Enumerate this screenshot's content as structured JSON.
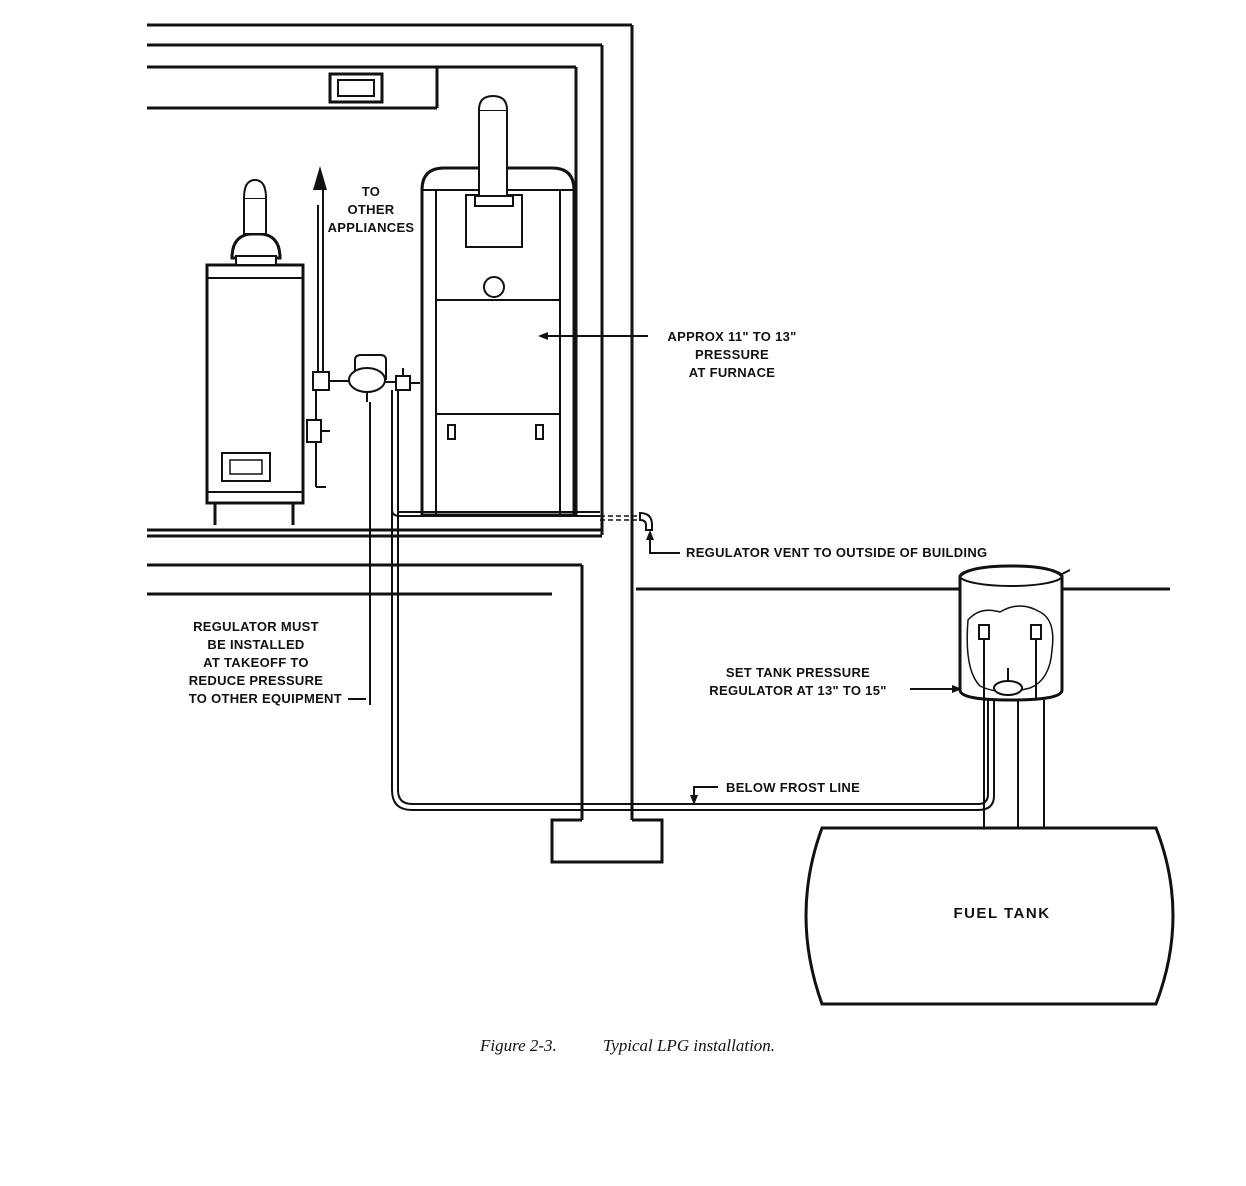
{
  "labels": {
    "other_appliances": [
      "TO",
      "OTHER",
      "APPLIANCES"
    ],
    "furnace_pressure": [
      "APPROX 11\" TO 13\"",
      "PRESSURE",
      "AT FURNACE"
    ],
    "regulator_vent": "REGULATOR VENT TO OUTSIDE OF BUILDING",
    "regulator_takeoff": [
      "REGULATOR MUST",
      "BE INSTALLED",
      "AT TAKEOFF TO",
      "REDUCE PRESSURE",
      "TO OTHER EQUIPMENT"
    ],
    "tank_regulator": [
      "SET TANK PRESSURE",
      "REGULATOR AT 13\" TO 15\""
    ],
    "frost_line": "BELOW FROST LINE",
    "fuel_tank": "FUEL TANK"
  },
  "caption": {
    "figure": "Figure 2-3.",
    "text": "Typical LPG installation."
  },
  "colors": {
    "ink": "#111111",
    "paper": "#ffffff"
  }
}
